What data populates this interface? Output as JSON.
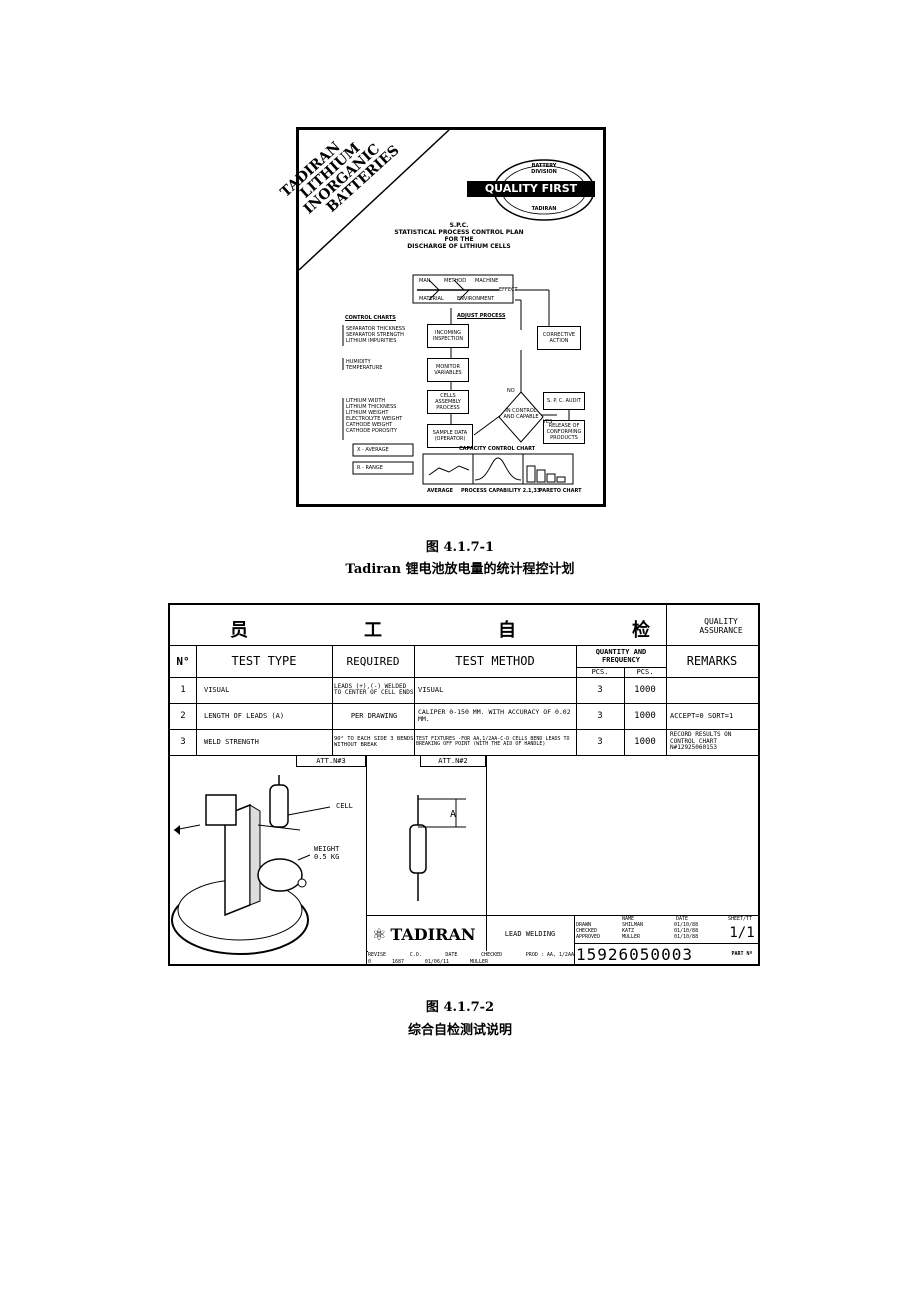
{
  "figure1": {
    "brand_lines": [
      "TADIRAN",
      "LITHIUM",
      "INORGANIC",
      "BATTERIES"
    ],
    "seal_top": "BATTERY DIVISION",
    "seal_banner": "QUALITY FIRST",
    "seal_bottom": "TADIRAN",
    "title_lines": [
      "S.P.C.",
      "STATISTICAL PROCESS CONTROL PLAN",
      "FOR THE",
      "DISCHARGE OF LITHIUM CELLS"
    ],
    "fishbone": {
      "man": "MAN",
      "method": "METHOD",
      "machine": "MACHINE",
      "material": "MATERIAL",
      "environment": "ENVIRONMENT",
      "effect": "EFFECT"
    },
    "control_charts": "CONTROL CHARTS",
    "adjust_process": "ADJUST PROCESS",
    "group1": [
      "SEPARATOR THICKNESS",
      "SEPARATOR STRENGTH",
      "LITHIUM IMPURITIES"
    ],
    "group2": [
      "HUMIDITY",
      "TEMPERATURE"
    ],
    "group3": [
      "LITHIUM WIDTH",
      "LITHIUM THICKNESS",
      "LITHIUM WEIGHT",
      "ELECTROLYTE WEIGHT",
      "CATHODE WEIGHT",
      "CATHODE POROSITY"
    ],
    "boxes": {
      "incoming": "INCOMING INSPECTION",
      "monitor": "MONITOR VARIABLES",
      "assembly": "CELLS ASSEMBLY PROCESS",
      "sample": "SAMPLE DATA (OPERATOR)",
      "corrective": "CORRECTIVE ACTION",
      "decision": "IN CONTROL AND CAPABLE",
      "audit": "S. P. C. AUDIT",
      "release": "RELEASE OF CONFORMING PRODUCTS",
      "no": "NO",
      "yes": "YES"
    },
    "legend": [
      "X - AVERAGE",
      "R - RANGE"
    ],
    "capacity_chart": "CAPACITY CONTROL CHART",
    "bottom_labels": [
      "AVERAGE",
      "PROCESS CAPABILITY 2.1,33",
      "PARETO CHART"
    ]
  },
  "caption1": {
    "number": "图 4.1.7-1",
    "text": "Tadiran 锂电池放电量的统计程控计划"
  },
  "figure2": {
    "header_chars": [
      "员",
      "工",
      "自",
      "检"
    ],
    "quality": "QUALITY ASSURANCE",
    "columns": {
      "no": "N°",
      "test_type": "TEST TYPE",
      "required": "REQUIRED",
      "test_method": "TEST METHOD",
      "qty": "QUANTITY AND FREQUENCY",
      "pcs1": "PCS.",
      "pcs2": "PCS.",
      "remarks": "REMARKS"
    },
    "rows": [
      {
        "no": "1",
        "type": "VISUAL",
        "required": "LEADS (+),(-) WELDED TO CENTER OF CELL ENDS",
        "method": "VISUAL",
        "pcs": "3",
        "freq": "1000",
        "remarks": ""
      },
      {
        "no": "2",
        "type": "LENGTH OF LEADS (A)",
        "required": "PER DRAWING",
        "method": "CALIPER 0-150 MM. WITH ACCURACY OF 0.02 MM.",
        "pcs": "3",
        "freq": "1000",
        "remarks": "ACCEPT=0 SORT=1"
      },
      {
        "no": "3",
        "type": "WELD STRENGTH",
        "required": "90° TO EACH SIDE 3 BENDS WITHOUT BREAK",
        "method": "TEST FIXTURES -FOR AA,1/2AA-C-D CELLS BEND LEADS TO BREAKING OFF POINT (WITH THE AID OF HANDLE)",
        "pcs": "3",
        "freq": "1000",
        "remarks": "RECORD RESULTS ON CONTROL CHART N#12925060153"
      }
    ],
    "att3": "ATT.N#3",
    "att2": "ATT.N#2",
    "cell_label": "CELL",
    "weight_label": "WEIGHT 0.5 KG",
    "a_label": "A",
    "logo": "TADIRAN",
    "lead_welding": "LEAD WELDING",
    "title_block": {
      "name": "NAME",
      "date": "DATE",
      "sheet": "SHEET/TT",
      "drawn": "DRAWN",
      "drawn_name": "SHILMAN",
      "drawn_date": "01/10/88",
      "checked": "CHECKED",
      "checked_name": "KATZ",
      "checked_date": "01/10/88",
      "approved": "APPROVED",
      "approved_name": "MULLER",
      "approved_date": "01/10/88",
      "sheet_val": "1/1",
      "part_no": "15926050003",
      "part_label": "PART Nº"
    },
    "rev_block": {
      "rev": "REVISE",
      "co": "C.O.",
      "date": "DATE",
      "checked": "CHECKED",
      "prod": "PROD : AA, 1/2AA",
      "rev_val": "0",
      "co_val": "1687",
      "date_val": "01/06/11",
      "checked_val": "MULLER"
    }
  },
  "caption2": {
    "number": "图 4.1.7-2",
    "text": "综合自检测试说明"
  }
}
